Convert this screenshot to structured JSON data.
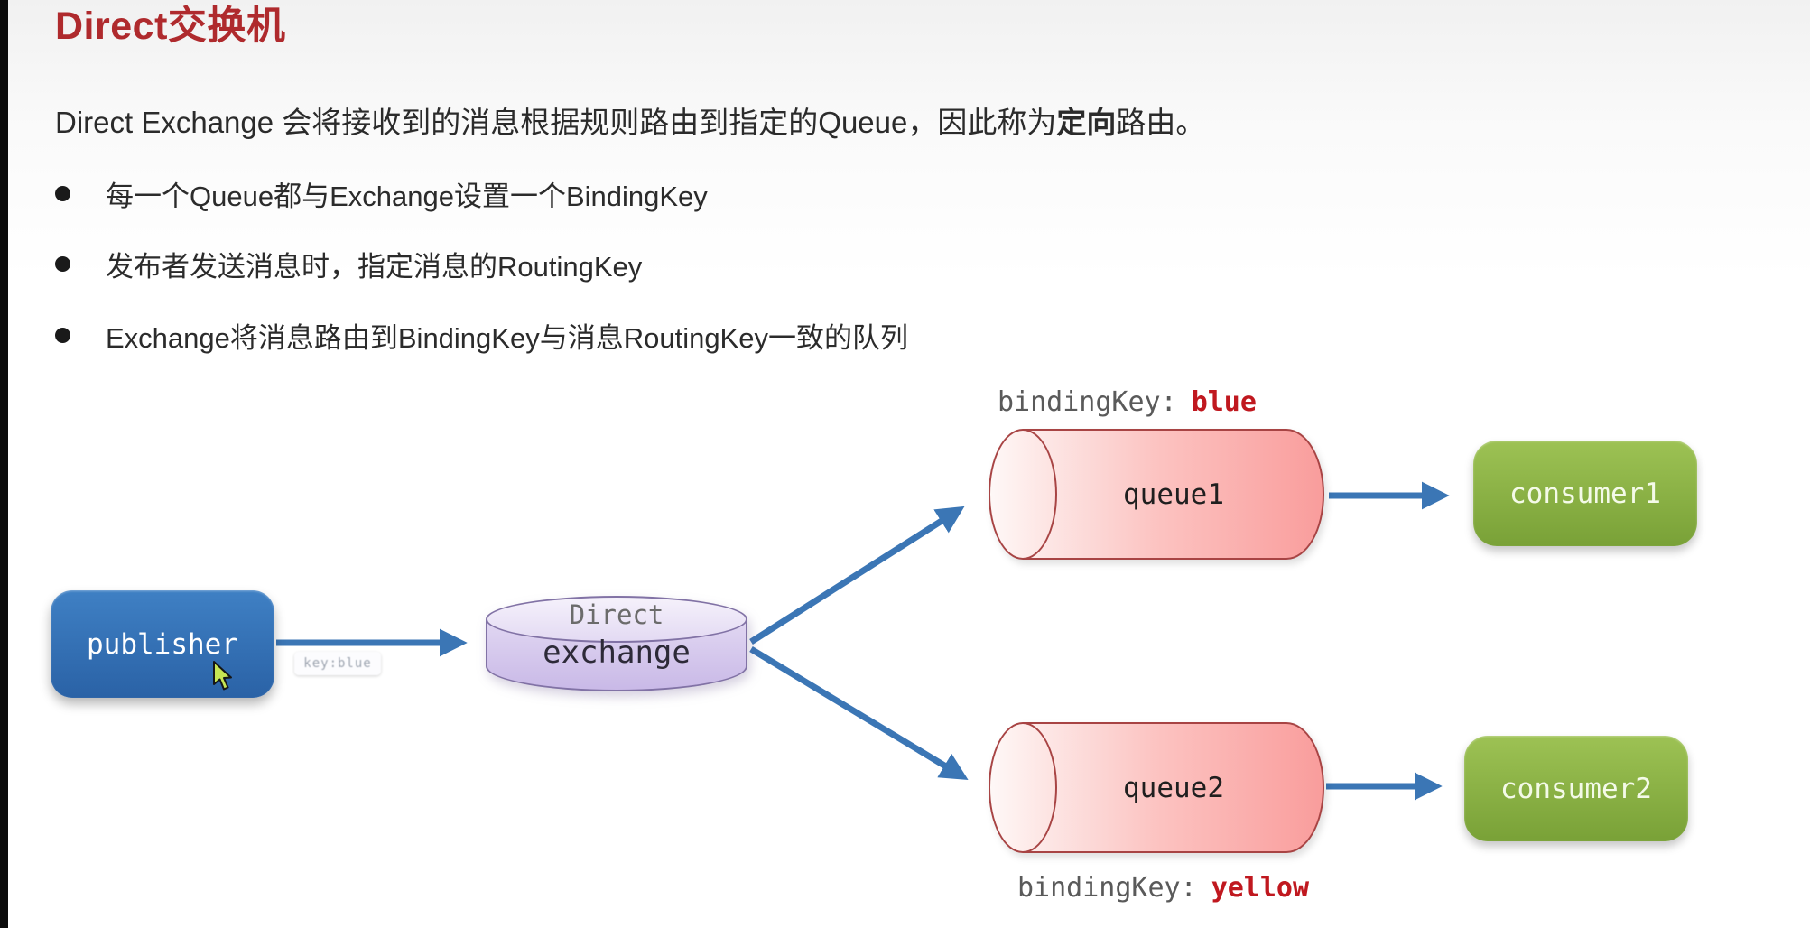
{
  "page": {
    "title": "Direct交换机",
    "intro": {
      "before_bold": "Direct Exchange 会将接收到的消息根据规则路由到指定的Queue，因此称为",
      "bold": "定向",
      "after_bold": "路由。"
    },
    "bullets": [
      "每一个Queue都与Exchange设置一个BindingKey",
      "发布者发送消息时，指定消息的RoutingKey",
      "Exchange将消息路由到BindingKey与消息RoutingKey一致的队列"
    ]
  },
  "diagram": {
    "publisher": {
      "label": "publisher"
    },
    "exchange": {
      "type_label": "Direct",
      "label": "exchange"
    },
    "queues": [
      {
        "label": "queue1"
      },
      {
        "label": "queue2"
      }
    ],
    "consumers": [
      {
        "label": "consumer1"
      },
      {
        "label": "consumer2"
      }
    ],
    "bindings": [
      {
        "prefix": "bindingKey:",
        "key": "blue"
      },
      {
        "prefix": "bindingKey:",
        "key": "yellow"
      }
    ],
    "routing_tooltip": "key:blue",
    "colors": {
      "title_red": "#af2a2d",
      "binding_key_red": "#c0181f",
      "arrow_blue": "#3b76b5",
      "publisher_blue": "#2f6db6",
      "exchange_purple": "#c9b9e7",
      "queue_pink": "#f99d9c",
      "consumer_green": "#8bb446",
      "cursor_green": "#c6e553"
    }
  }
}
